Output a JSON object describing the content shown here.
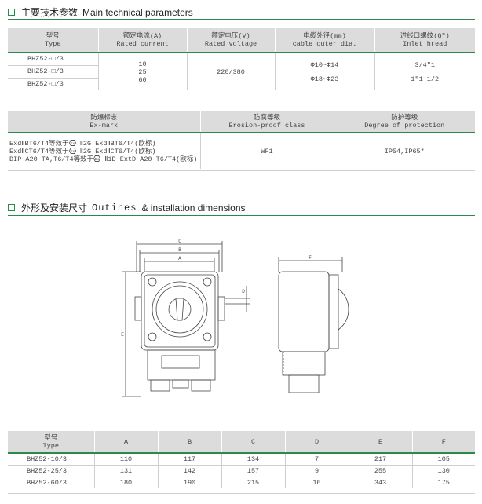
{
  "section1": {
    "title_cn": "主要技术参数",
    "title_en": "Main technical parameters"
  },
  "table1": {
    "headers": [
      {
        "cn": "型号",
        "en": "Type"
      },
      {
        "cn": "额定电流(A)",
        "en": "Rated current"
      },
      {
        "cn": "额定电压(V)",
        "en": "Rated voltage"
      },
      {
        "cn": "电缆外径(mm)",
        "en": "cable outer dia."
      },
      {
        "cn": "进线口螺纹(G\")",
        "en": "Inlet hread"
      }
    ],
    "types": [
      "BHZ52-□/3",
      "BHZ52-□/3",
      "BHZ52-□/3"
    ],
    "currents": [
      "10",
      "25",
      "60"
    ],
    "voltage": "220/380",
    "cable": [
      "Φ10~Φ14",
      "Φ18~Φ23"
    ],
    "thread": [
      "3/4\"1",
      "1\"1 1/2"
    ]
  },
  "table2": {
    "headers": [
      {
        "cn": "防爆标志",
        "en": "Ex-mark"
      },
      {
        "cn": "防腐等级",
        "en": "Erosion-proof class"
      },
      {
        "cn": "防护等级",
        "en": "Degree of protection"
      }
    ],
    "exmark_lines": [
      {
        "a": "ExdⅡBT6/T4等效于",
        "b": "Ⅱ2G ExdⅡBT6/T4(欧标)"
      },
      {
        "a": "ExdⅡCT6/T4等效于",
        "b": "Ⅱ2G ExdⅡCT6/T4(欧标)"
      },
      {
        "a": "DIP A20 TA,T6/T4等效于",
        "b": "Ⅱ1D ExtD A20 T6/T4(欧标)"
      }
    ],
    "erosion": "WF1",
    "protection": "IP54,IP65*"
  },
  "section2": {
    "title_cn": "外形及安装尺寸",
    "title_en_a": "Outines",
    "title_en_b": "& installation dimensions"
  },
  "drawing_labels": {
    "C": "C",
    "B": "B",
    "A": "A",
    "D": "D",
    "E": "E",
    "F": "F"
  },
  "table3": {
    "headers": [
      {
        "cn": "型号",
        "en": "Type"
      },
      {
        "cn": "A"
      },
      {
        "cn": "B"
      },
      {
        "cn": "C"
      },
      {
        "cn": "D"
      },
      {
        "cn": "E"
      },
      {
        "cn": "F"
      }
    ],
    "rows": [
      [
        "BHZ52-10/3",
        "110",
        "117",
        "134",
        "7",
        "217",
        "105"
      ],
      [
        "BHZ52-25/3",
        "131",
        "142",
        "157",
        "9",
        "255",
        "130"
      ],
      [
        "BHZ52-60/3",
        "180",
        "190",
        "215",
        "10",
        "343",
        "175"
      ]
    ]
  },
  "colors": {
    "accent": "#2a8a4a",
    "header_bg": "#dcdcdc",
    "rule": "#cfcfcf"
  }
}
